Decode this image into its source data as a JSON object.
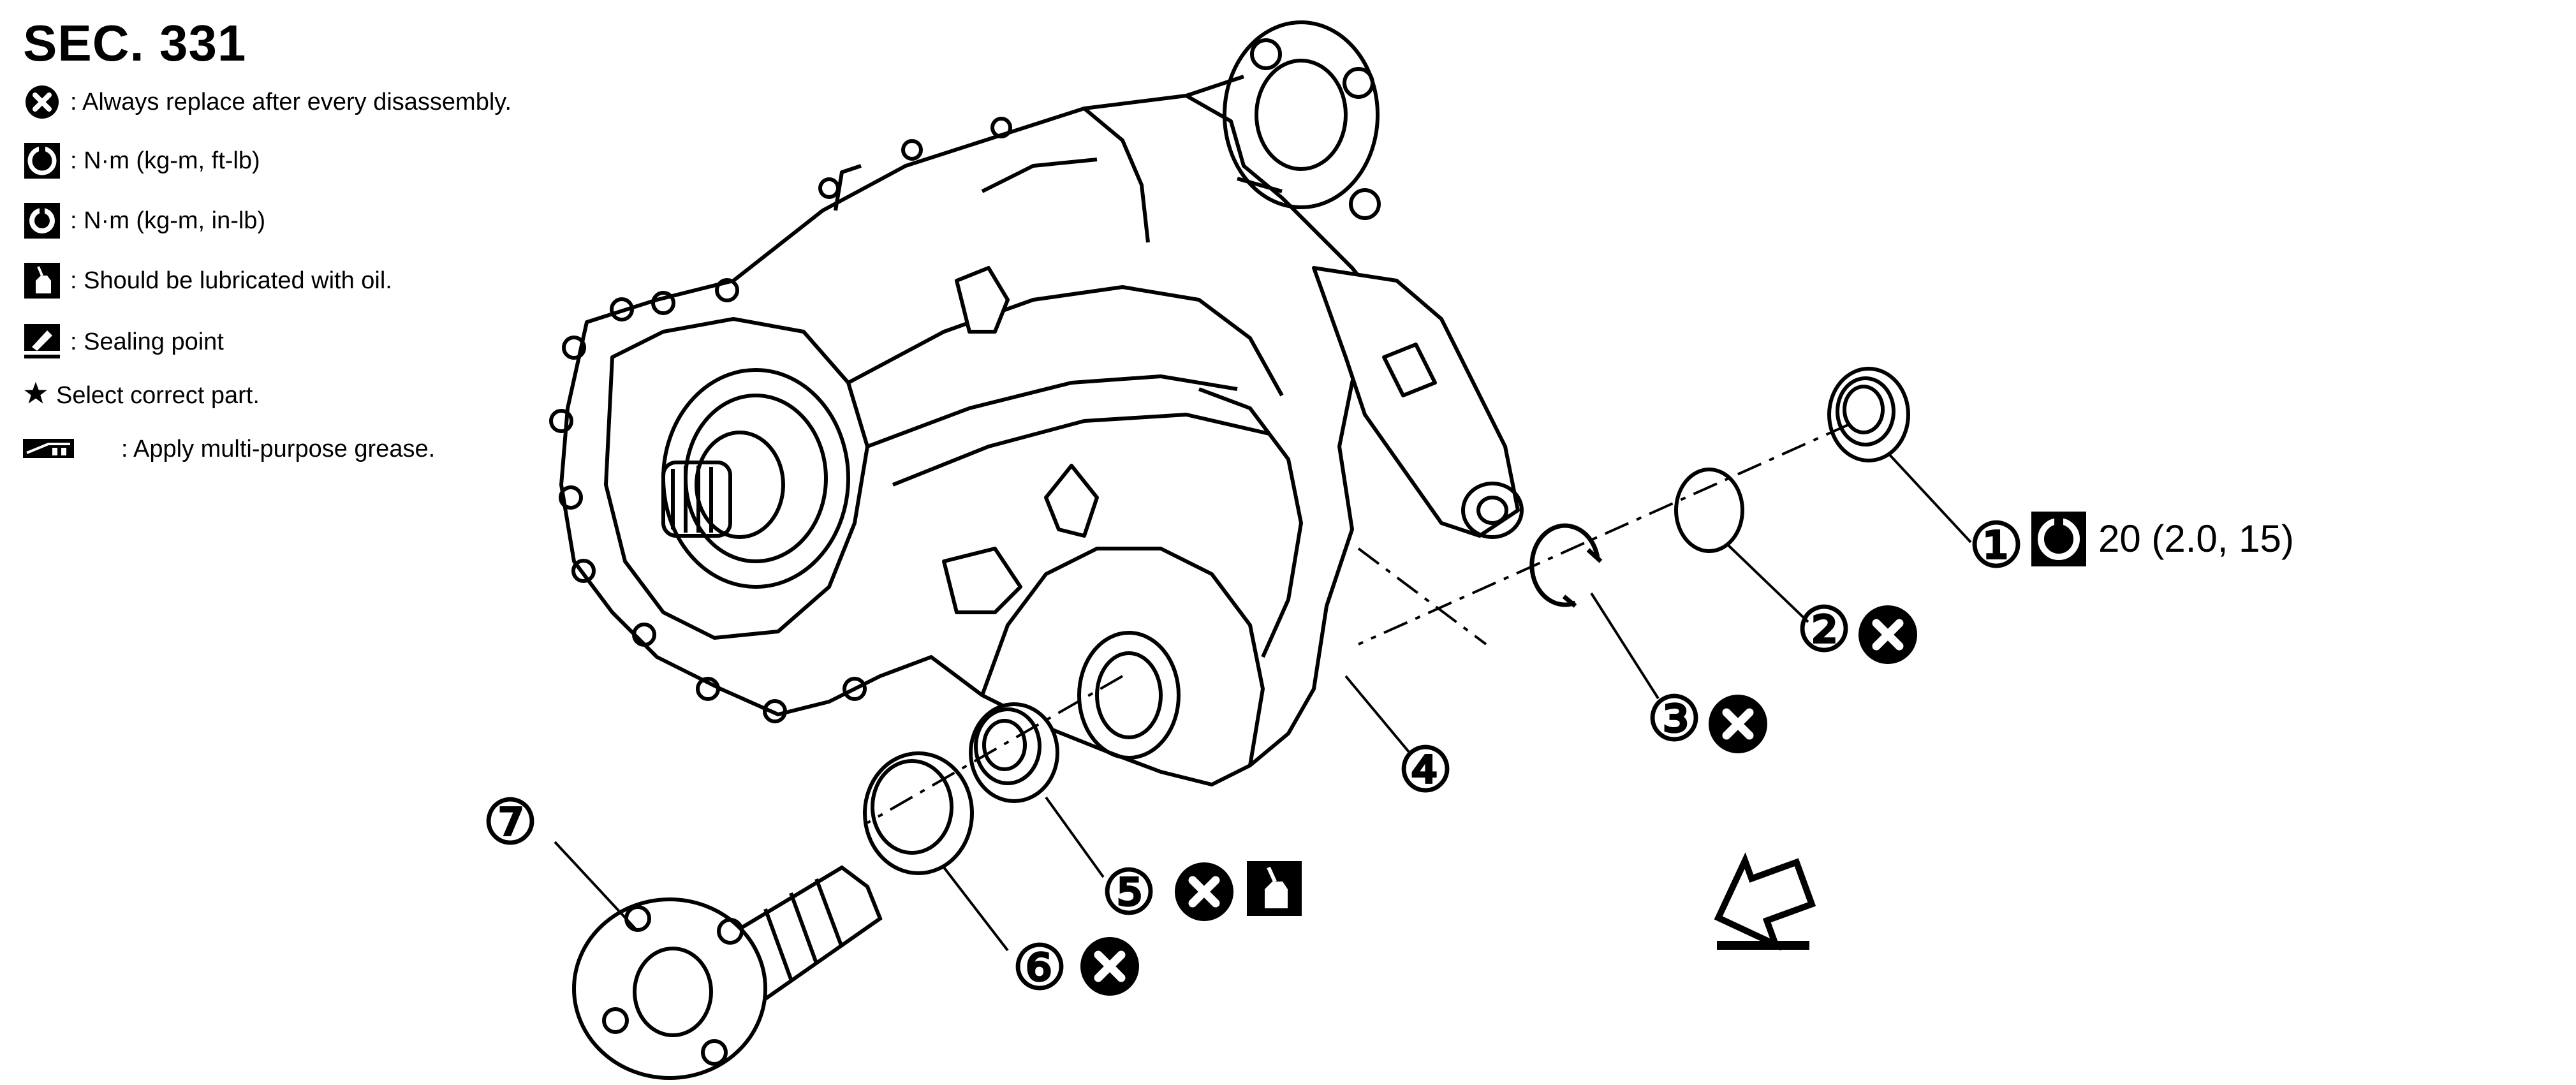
{
  "header": {
    "section": "SEC. 331"
  },
  "legend": [
    {
      "icon": "replace-icon",
      "text": ": Always replace after every disassembly."
    },
    {
      "icon": "torque-ftlb-icon",
      "text": ": N·m (kg-m, ft-lb)"
    },
    {
      "icon": "torque-inlb-icon",
      "text": ": N·m (kg-m, in-lb)"
    },
    {
      "icon": "oil-can-icon",
      "text": ": Should be lubricated with oil."
    },
    {
      "icon": "sealing-point-icon",
      "text": ": Sealing point"
    },
    {
      "icon": "star-icon",
      "text": "Select correct part."
    },
    {
      "icon": "grease-icon",
      "text": ": Apply multi-purpose grease."
    }
  ],
  "callouts": [
    {
      "num": "①",
      "torque": "20 (2.0, 15)",
      "symbols": [
        "torque-ftlb-icon"
      ]
    },
    {
      "num": "②",
      "symbols": [
        "replace-icon"
      ]
    },
    {
      "num": "③",
      "symbols": [
        "replace-icon"
      ]
    },
    {
      "num": "④",
      "symbols": []
    },
    {
      "num": "⑤",
      "symbols": [
        "replace-icon",
        "oil-can-icon"
      ]
    },
    {
      "num": "⑥",
      "symbols": [
        "replace-icon"
      ]
    },
    {
      "num": "⑦",
      "symbols": []
    }
  ],
  "front_arrow": {
    "icon": "front-arrow-icon"
  }
}
